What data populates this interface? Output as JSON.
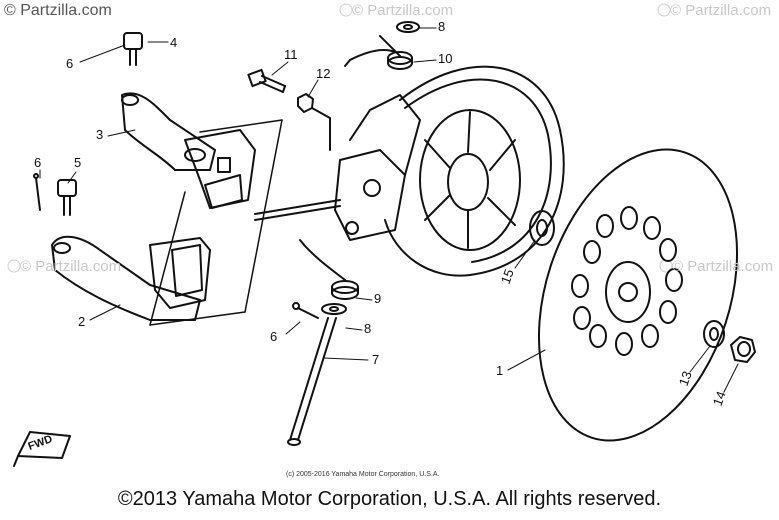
{
  "watermark": {
    "main": "© Partzilla.com",
    "faint": "© Partzilla.com"
  },
  "callouts": [
    {
      "id": "4",
      "label": "4"
    },
    {
      "id": "6a",
      "label": "6"
    },
    {
      "id": "3",
      "label": "3"
    },
    {
      "id": "6b",
      "label": "6"
    },
    {
      "id": "5",
      "label": "5"
    },
    {
      "id": "2",
      "label": "2"
    },
    {
      "id": "11",
      "label": "11"
    },
    {
      "id": "12",
      "label": "12"
    },
    {
      "id": "8a",
      "label": "8"
    },
    {
      "id": "10",
      "label": "10"
    },
    {
      "id": "15",
      "label": "15"
    },
    {
      "id": "9",
      "label": "9"
    },
    {
      "id": "6c",
      "label": "6"
    },
    {
      "id": "8b",
      "label": "8"
    },
    {
      "id": "7",
      "label": "7"
    },
    {
      "id": "1",
      "label": "1"
    },
    {
      "id": "13",
      "label": "13"
    },
    {
      "id": "14",
      "label": "14"
    }
  ],
  "fwd_label": "FWD",
  "small_note": "(c) 2005-2016 Yamaha Motor Corporation, U.S.A.",
  "copyright": "©2013 Yamaha Motor Corporation, U.S.A. All rights reserved."
}
